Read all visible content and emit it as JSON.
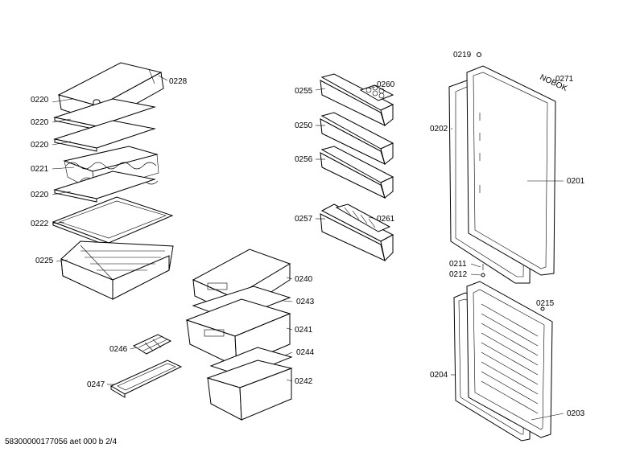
{
  "labels": {
    "p0220a": "0220",
    "p0220b": "0220",
    "p0220c": "0220",
    "p0221": "0221",
    "p0220d": "0220",
    "p0222": "0222",
    "p0225": "0225",
    "p0228": "0228",
    "p0255": "0255",
    "p0260": "0260",
    "p0250": "0250",
    "p0256": "0256",
    "p0257": "0257",
    "p0261": "0261",
    "p0240": "0240",
    "p0243": "0243",
    "p0241": "0241",
    "p0244": "0244",
    "p0242": "0242",
    "p0246": "0246",
    "p0247": "0247",
    "p0219": "0219",
    "p0271": "0271",
    "p0202": "0202",
    "p0201": "0201",
    "p0211": "0211",
    "p0212": "0212",
    "p0215": "0215",
    "p0204": "0204",
    "p0203": "0203"
  },
  "hinge_text": "NOBOK",
  "footer": "58300000177056 aet 000 b 2/4"
}
